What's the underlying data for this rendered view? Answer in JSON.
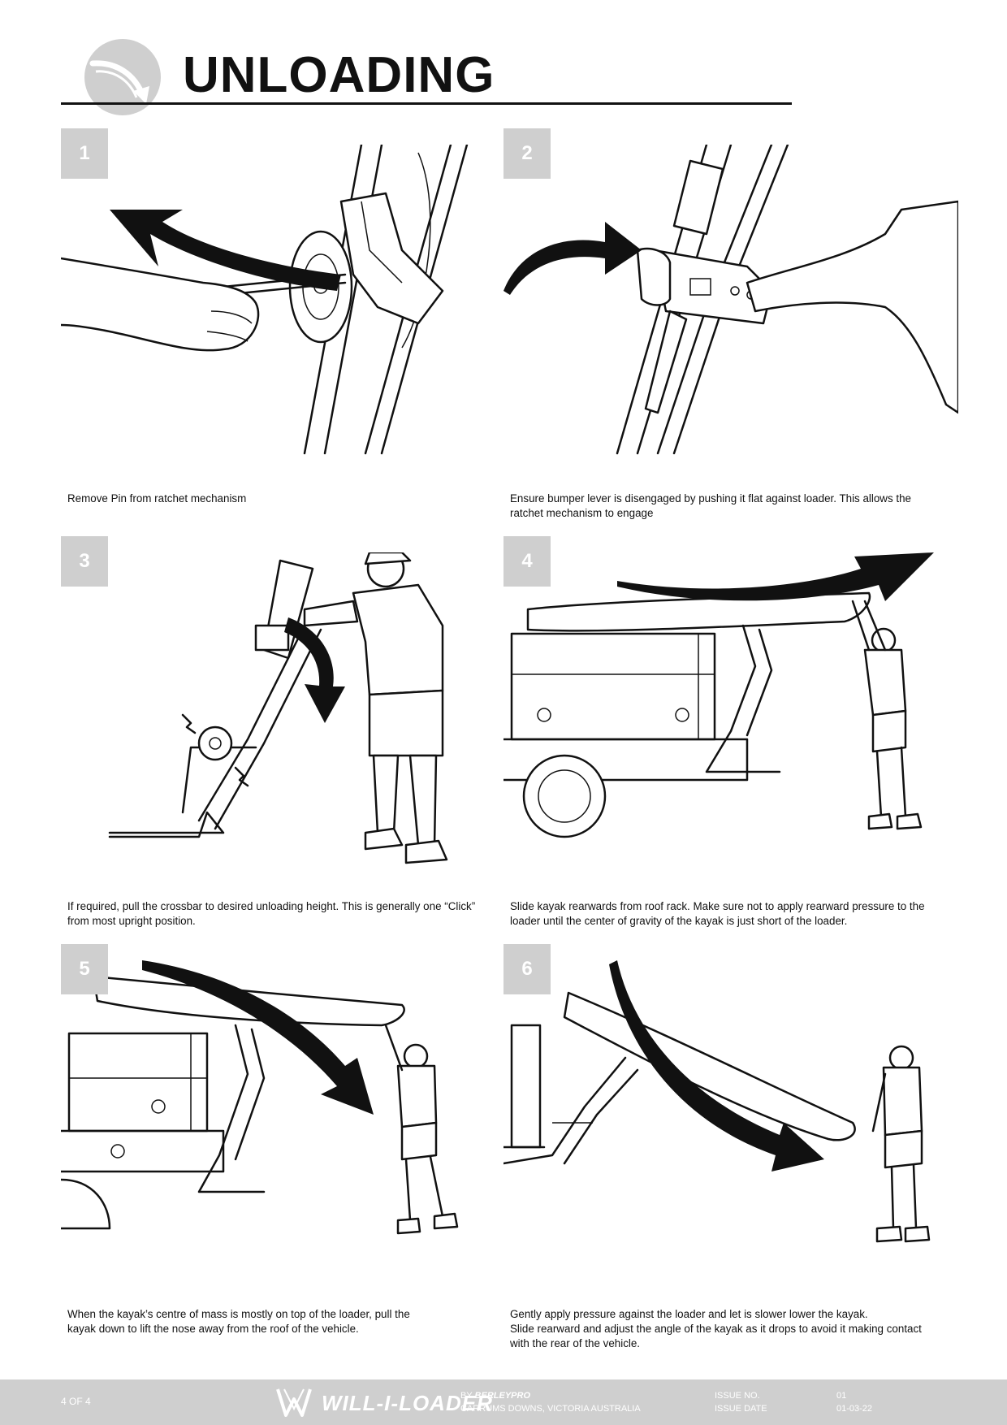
{
  "header": {
    "title": "UNLOADING"
  },
  "steps": [
    {
      "number": "1",
      "caption": "Remove Pin from ratchet mechanism"
    },
    {
      "number": "2",
      "caption": "Ensure bumper lever is disengaged by pushing it flat against loader. This allows the\nratchet mechanism to engage"
    },
    {
      "number": "3",
      "caption": "If required, pull the crossbar to desired unloading height. This is generally one “Click”\nfrom most upright position."
    },
    {
      "number": "4",
      "caption": "Slide kayak rearwards from roof rack. Make sure not to apply rearward pressure to the\nloader until the center of gravity of the kayak is just short of the loader."
    },
    {
      "number": "5",
      "caption": "When the kayak’s centre of mass is mostly on top of the loader, pull the\nkayak down to lift the nose away from the roof of the vehicle."
    },
    {
      "number": "6",
      "caption": "Gently apply pressure against the loader and let is slower lower the kayak.\nSlide rearward and adjust the angle of the kayak as it drops to avoid it making contact\nwith the rear of the vehicle."
    }
  ],
  "footer": {
    "page": "4 OF 4",
    "brand": "WILL-I-LOADER",
    "by_prefix": "BY",
    "by_brand": "BERLEYPRO",
    "location": "CARRUMS DOWNS, VICTORIA AUSTRALIA",
    "issue_no_label": "ISSUE NO.",
    "issue_date_label": "ISSUE DATE",
    "issue_no": "01",
    "issue_date": "01-03-22"
  },
  "colors": {
    "panel_grey": "#cfcfcf",
    "ink": "#111111",
    "paper": "#ffffff"
  },
  "icons": {
    "header": "curved-arrow-icon",
    "brand": "wl-logo-icon"
  }
}
